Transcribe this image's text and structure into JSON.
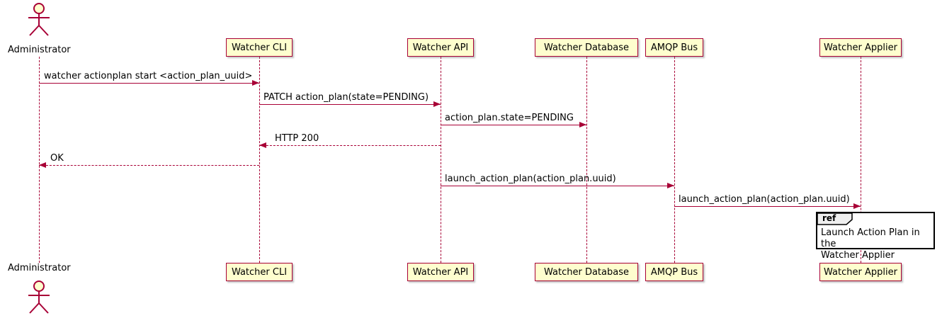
{
  "diagram": {
    "type": "sequence-diagram",
    "actor_label": "Administrator",
    "participants": [
      {
        "label": "Watcher CLI"
      },
      {
        "label": "Watcher API"
      },
      {
        "label": "Watcher Database"
      },
      {
        "label": "AMQP Bus"
      },
      {
        "label": "Watcher Applier"
      }
    ],
    "messages": [
      {
        "label": "watcher actionplan start <action_plan_uuid>",
        "from": "Administrator",
        "to": "Watcher CLI",
        "style": "solid"
      },
      {
        "label": "PATCH action_plan(state=PENDING)",
        "from": "Watcher CLI",
        "to": "Watcher API",
        "style": "solid"
      },
      {
        "label": "action_plan.state=PENDING",
        "from": "Watcher API",
        "to": "Watcher Database",
        "style": "solid"
      },
      {
        "label": "HTTP 200",
        "from": "Watcher API",
        "to": "Watcher CLI",
        "style": "dashed"
      },
      {
        "label": "OK",
        "from": "Watcher CLI",
        "to": "Administrator",
        "style": "dashed"
      },
      {
        "label": "launch_action_plan(action_plan.uuid)",
        "from": "Watcher API",
        "to": "AMQP Bus",
        "style": "solid"
      },
      {
        "label": "launch_action_plan(action_plan.uuid)",
        "from": "AMQP Bus",
        "to": "Watcher Applier",
        "style": "solid"
      }
    ],
    "ref": {
      "tab_label": "ref",
      "line1": "Launch Action Plan in the",
      "line2": "Watcher Applier"
    },
    "colors": {
      "participant_fill": "#FEFECE",
      "border": "#A80036",
      "arrow": "#A80036",
      "ref_tab_fill": "#EEEEEE"
    }
  }
}
